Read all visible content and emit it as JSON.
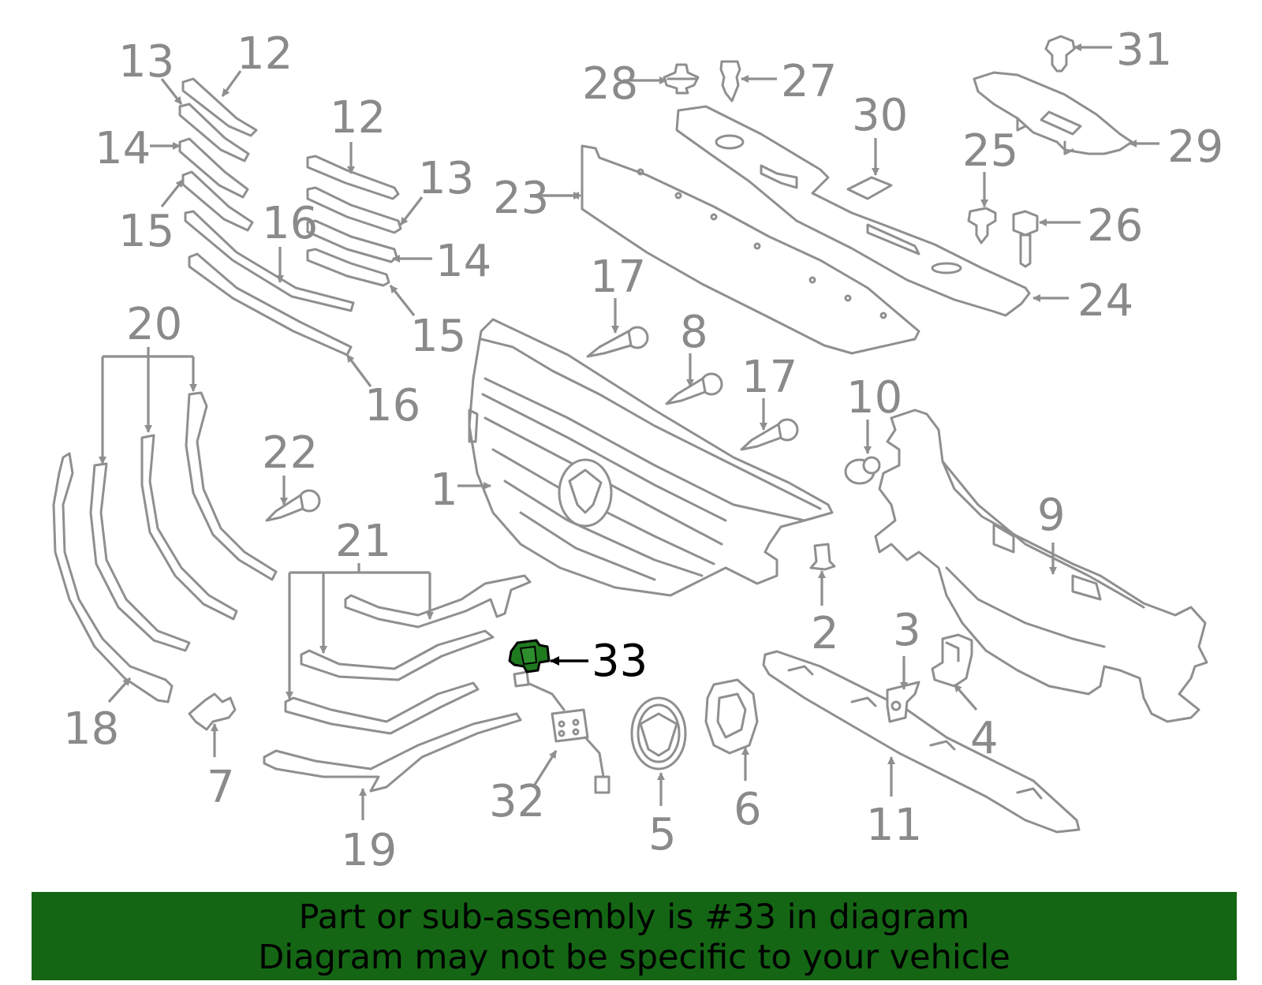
{
  "callouts": {
    "c1": "1",
    "c2": "2",
    "c3": "3",
    "c4": "4",
    "c5": "5",
    "c6": "6",
    "c7": "7",
    "c8": "8",
    "c9": "9",
    "c10": "10",
    "c11": "11",
    "c12a": "12",
    "c12b": "12",
    "c13a": "13",
    "c13b": "13",
    "c14a": "14",
    "c14b": "14",
    "c15a": "15",
    "c15b": "15",
    "c16a": "16",
    "c16b": "16",
    "c17a": "17",
    "c17b": "17",
    "c18": "18",
    "c19": "19",
    "c20": "20",
    "c21": "21",
    "c22": "22",
    "c23": "23",
    "c24": "24",
    "c25": "25",
    "c26": "26",
    "c27": "27",
    "c28": "28",
    "c29": "29",
    "c30": "30",
    "c31": "31",
    "c32": "32",
    "c33": "33"
  },
  "highlight": {
    "part_number": "33",
    "color": "#1f7a1f"
  },
  "banner": {
    "line1": "Part or sub-assembly is #33 in diagram",
    "line2": "Diagram may not be specific to your vehicle",
    "background": "#146614"
  },
  "colors": {
    "line_art": "#8f8f8f",
    "callout_text": "#8a8a8a"
  }
}
